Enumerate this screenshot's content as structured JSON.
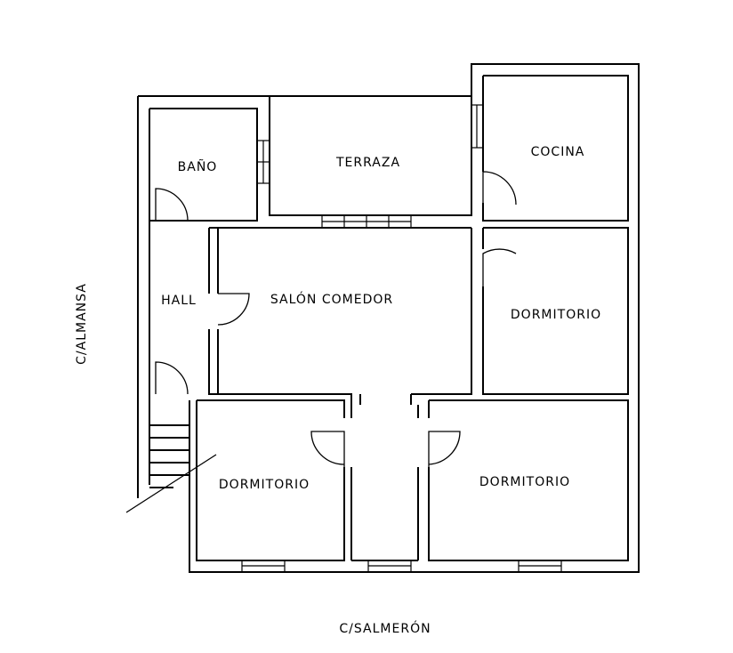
{
  "rooms": {
    "bano": "BAÑO",
    "terraza": "TERRAZA",
    "cocina": "COCINA",
    "hall": "HALL",
    "salon": "SALÓN COMEDOR",
    "dorm_right_upper": "DORMITORIO",
    "dorm_left_lower": "DORMITORIO",
    "dorm_right_lower": "DORMITORIO"
  },
  "streets": {
    "left": "C/ALMANSA",
    "bottom": "C/SALMERÓN"
  }
}
